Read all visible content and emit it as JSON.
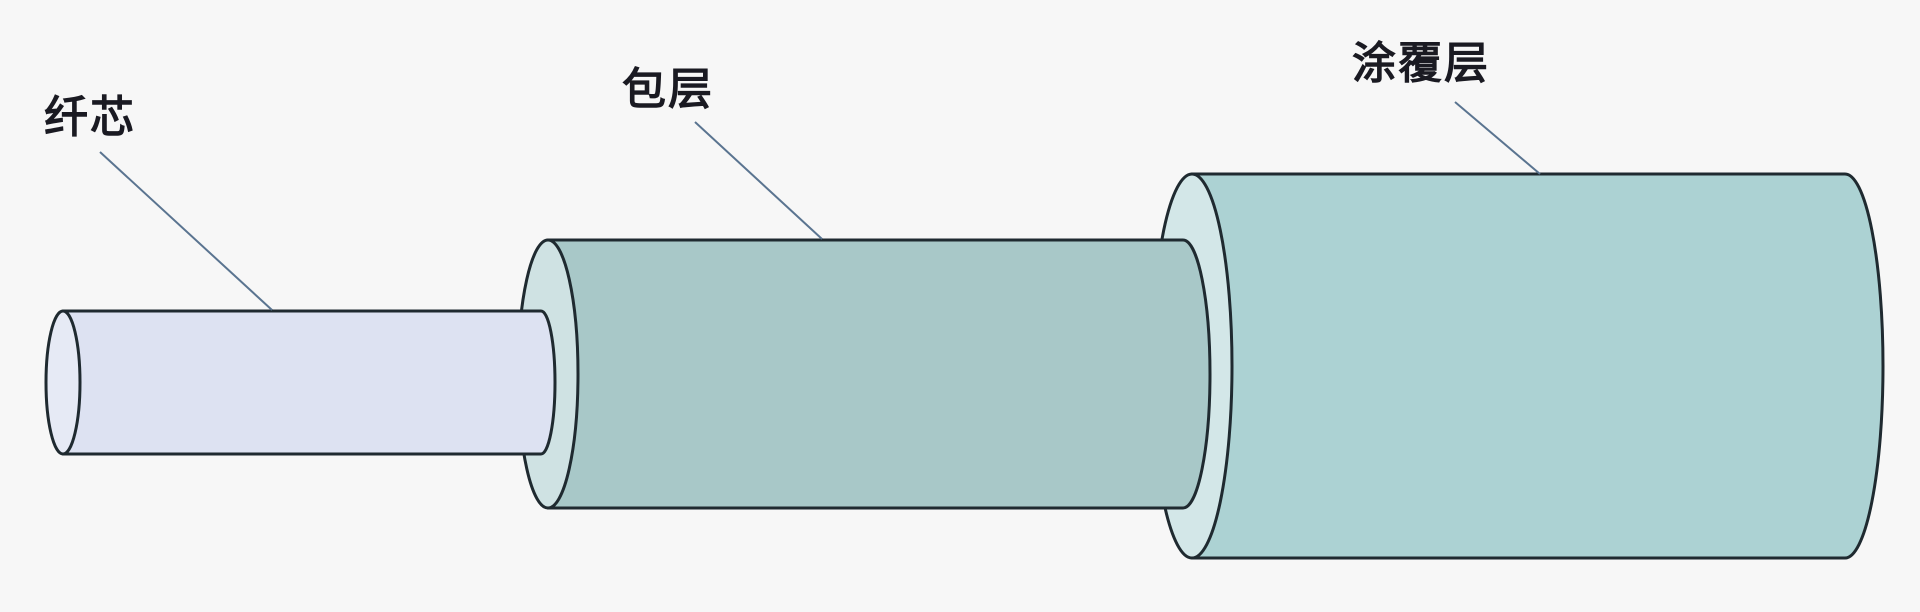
{
  "diagram": {
    "type": "optical-fiber-structure",
    "background": "#f7f7f7",
    "labels": {
      "core": "纤芯",
      "cladding": "包层",
      "coating": "涂覆层"
    },
    "layers": [
      {
        "id": "core",
        "label": "纤芯",
        "body_color": "#dde2f2",
        "face_color": "#e6eaf5"
      },
      {
        "id": "cladding",
        "label": "包层",
        "body_color": "#a8c8c8",
        "face_color": "#cfe2e3"
      },
      {
        "id": "coating",
        "label": "涂覆层",
        "body_color": "#acd2d3",
        "face_color": "#d3e7e8"
      }
    ],
    "outline_color": "#1f2a30",
    "leader_color": "#5a7490"
  }
}
